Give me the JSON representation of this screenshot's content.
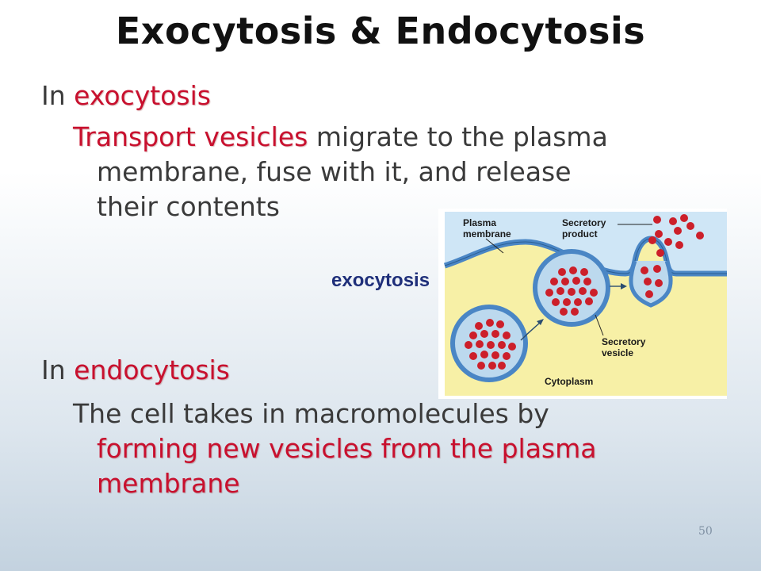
{
  "title": "Exocytosis & Endocytosis",
  "exocytosis": {
    "intro": "In",
    "term": "exocytosis",
    "highlight": "Transport vesicles",
    "line1_rest": "migrate to the plasma",
    "line2": "membrane, fuse with it, and release",
    "line3": "their contents"
  },
  "figure": {
    "label": "exocytosis",
    "plasma_membrane": [
      "Plasma",
      "membrane"
    ],
    "secretory_product": [
      "Secretory",
      "product"
    ],
    "secretory_vesicle": [
      "Secretory",
      "vesicle"
    ],
    "cytoplasm": "Cytoplasm"
  },
  "endocytosis": {
    "intro": "In",
    "term": "endocytosis",
    "line1": "The cell takes in macromolecules by",
    "line2": "forming new vesicles from the plasma",
    "line3": "membrane"
  },
  "slide_number": "50",
  "colors": {
    "accent_red": "#c8102e",
    "text": "#3a3a3a",
    "label_blue": "#1f2f7a",
    "membrane_blue": "#4a86c5",
    "cytoplasm_yellow": "#f7f0a6",
    "extracellular_blue": "#cfe6f6",
    "vesicle_fill": "#bcd9ee",
    "molecule_red": "#cc1f2a"
  }
}
